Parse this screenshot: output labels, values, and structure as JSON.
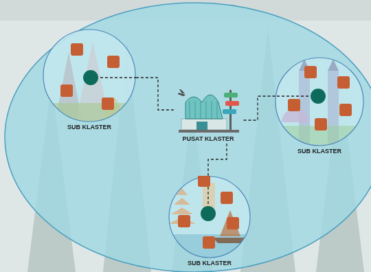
{
  "diagram": {
    "nodes": [
      {
        "text": [
          "SUB KLASTER"
        ]
      },
      {
        "text": [
          "PUSAT KLASTER"
        ]
      },
      {
        "text": [
          "SUB KLASTER"
        ]
      },
      {
        "text": [
          "SUB KLASTER"
        ]
      }
    ],
    "edges": [
      {
        "from": 0,
        "to": 1,
        "arrow": "none"
      },
      {
        "from": 2,
        "to": 1,
        "arrow": "none"
      },
      {
        "from": 3,
        "to": 1,
        "arrow": "none"
      }
    ]
  }
}
